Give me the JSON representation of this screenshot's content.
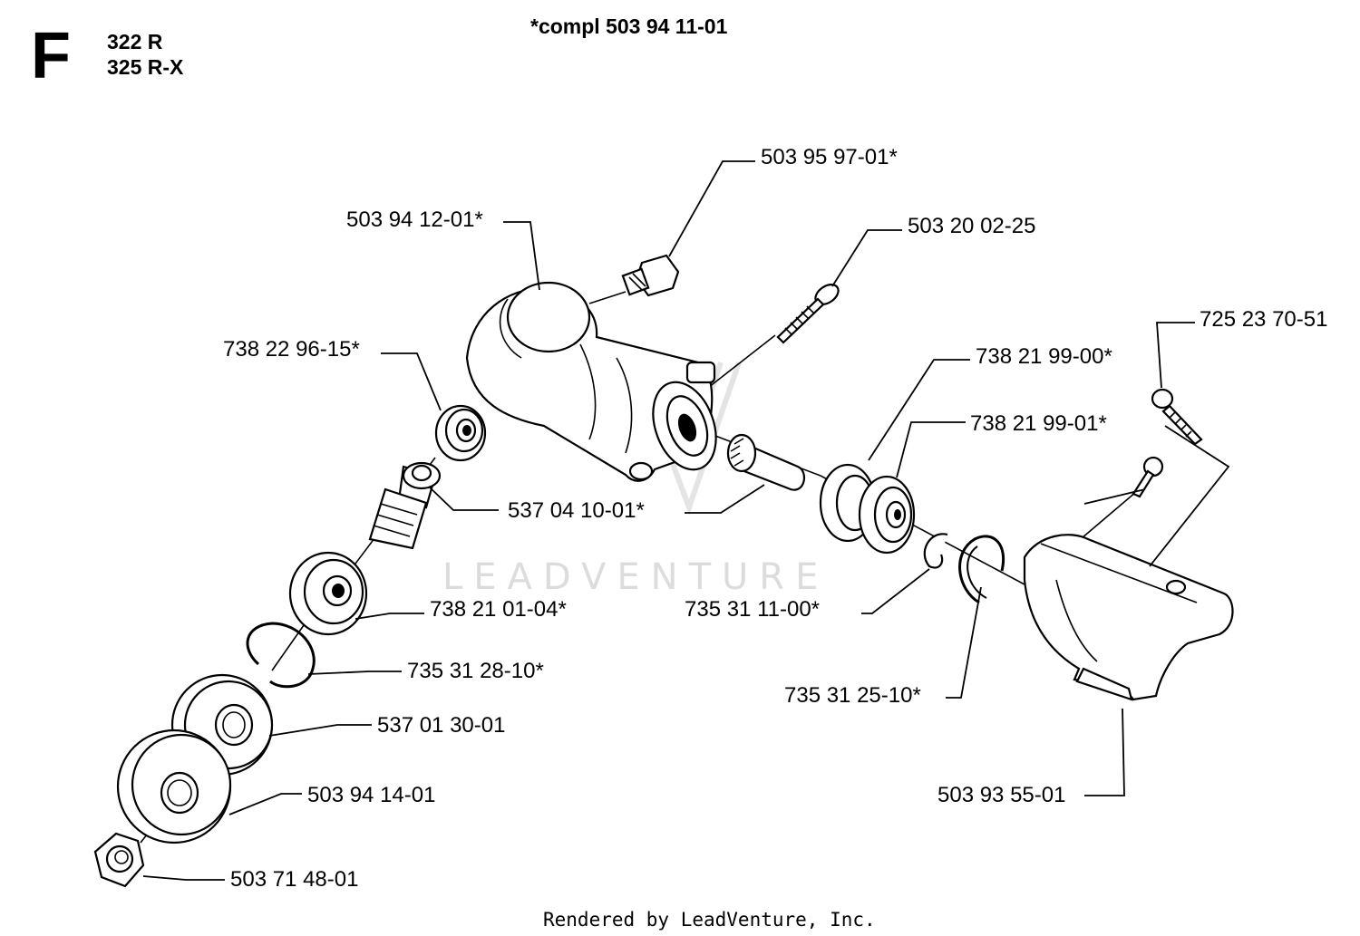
{
  "header": {
    "section_letter": "F",
    "models": [
      "322 R",
      "325 R-X"
    ],
    "assembly_note": "*compl 503 94 11-01"
  },
  "watermark": "LEADVENTURE",
  "footer": "Rendered by LeadVenture, Inc.",
  "parts": [
    {
      "id": "p1",
      "number": "503 95 97-01*"
    },
    {
      "id": "p2",
      "number": "503 94 12-01*"
    },
    {
      "id": "p3",
      "number": "503 20 02-25"
    },
    {
      "id": "p4",
      "number": "725 23 70-51"
    },
    {
      "id": "p5",
      "number": "738 22 96-15*"
    },
    {
      "id": "p6",
      "number": "738 21 99-00*"
    },
    {
      "id": "p7",
      "number": "738 21 99-01*"
    },
    {
      "id": "p8",
      "number": "537 04 10-01*"
    },
    {
      "id": "p9",
      "number": "738 21 01-04*"
    },
    {
      "id": "p10",
      "number": "735 31 11-00*"
    },
    {
      "id": "p11",
      "number": "735 31 28-10*"
    },
    {
      "id": "p12",
      "number": "735 31 25-10*"
    },
    {
      "id": "p13",
      "number": "537 01 30-01"
    },
    {
      "id": "p14",
      "number": "503 93 55-01"
    },
    {
      "id": "p15",
      "number": "503 94 14-01"
    },
    {
      "id": "p16",
      "number": "503 71 48-01"
    }
  ]
}
